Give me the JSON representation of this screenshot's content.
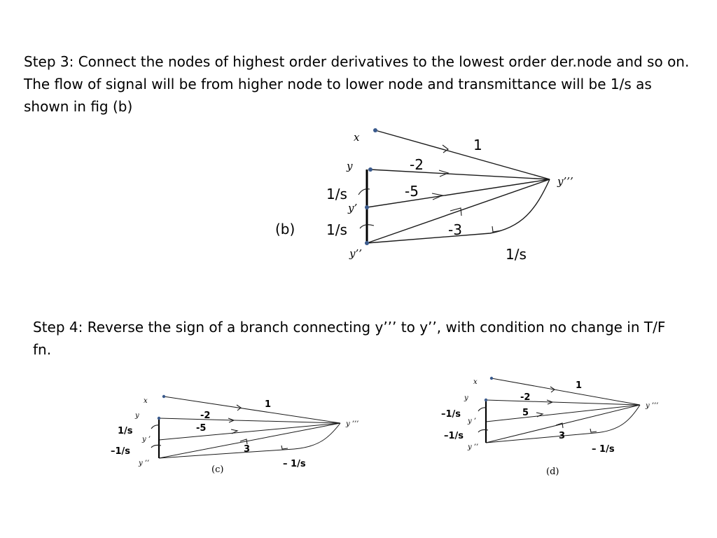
{
  "step3": {
    "text": "Step 3: Connect the nodes of highest order derivatives to the lowest order der.node and so on. The flow of signal will be from higher node to lower node and transmittance  will be 1/s as shown in fig (b)"
  },
  "step4": {
    "text": "Step 4: Reverse the sign of a branch connecting y’’’ to y’’, with condition  no change in T/F  fn."
  },
  "fig_b": {
    "caption": "(b)",
    "nodes": {
      "x": "x",
      "y": "y",
      "y1": "y’",
      "y2": "y’’",
      "y3": "y’’’"
    },
    "gains": {
      "x_y3": "1",
      "y_y3": "-2",
      "y1_y3": "-5",
      "y2_y3": "-3",
      "y3_y2": "1/s",
      "y_y1": "1/s",
      "y1_y2": "1/s"
    }
  },
  "fig_c": {
    "caption": "(c)",
    "nodes": {
      "x": "x",
      "y": "y",
      "y1": "y ’",
      "y2": "y ’’",
      "y3": "y ’’’"
    },
    "gains": {
      "x_y3": "1",
      "y_y3": "-2",
      "y1_y3": "-5",
      "y2_y3": "3",
      "y3_y2": "– 1/s",
      "y_y1": "1/s",
      "y1_y2": "–1/s"
    }
  },
  "fig_d": {
    "caption": "(d)",
    "nodes": {
      "x": "x",
      "y": "y",
      "y1": "y ’",
      "y2": "y ’’",
      "y3": "y ’’’"
    },
    "gains": {
      "x_y3": "1",
      "y_y3": "-2",
      "y1_y3": "5",
      "y2_y3": "3",
      "y3_y2": "– 1/s",
      "y_y1": "–1/s",
      "y1_y2": "–1/s"
    }
  }
}
